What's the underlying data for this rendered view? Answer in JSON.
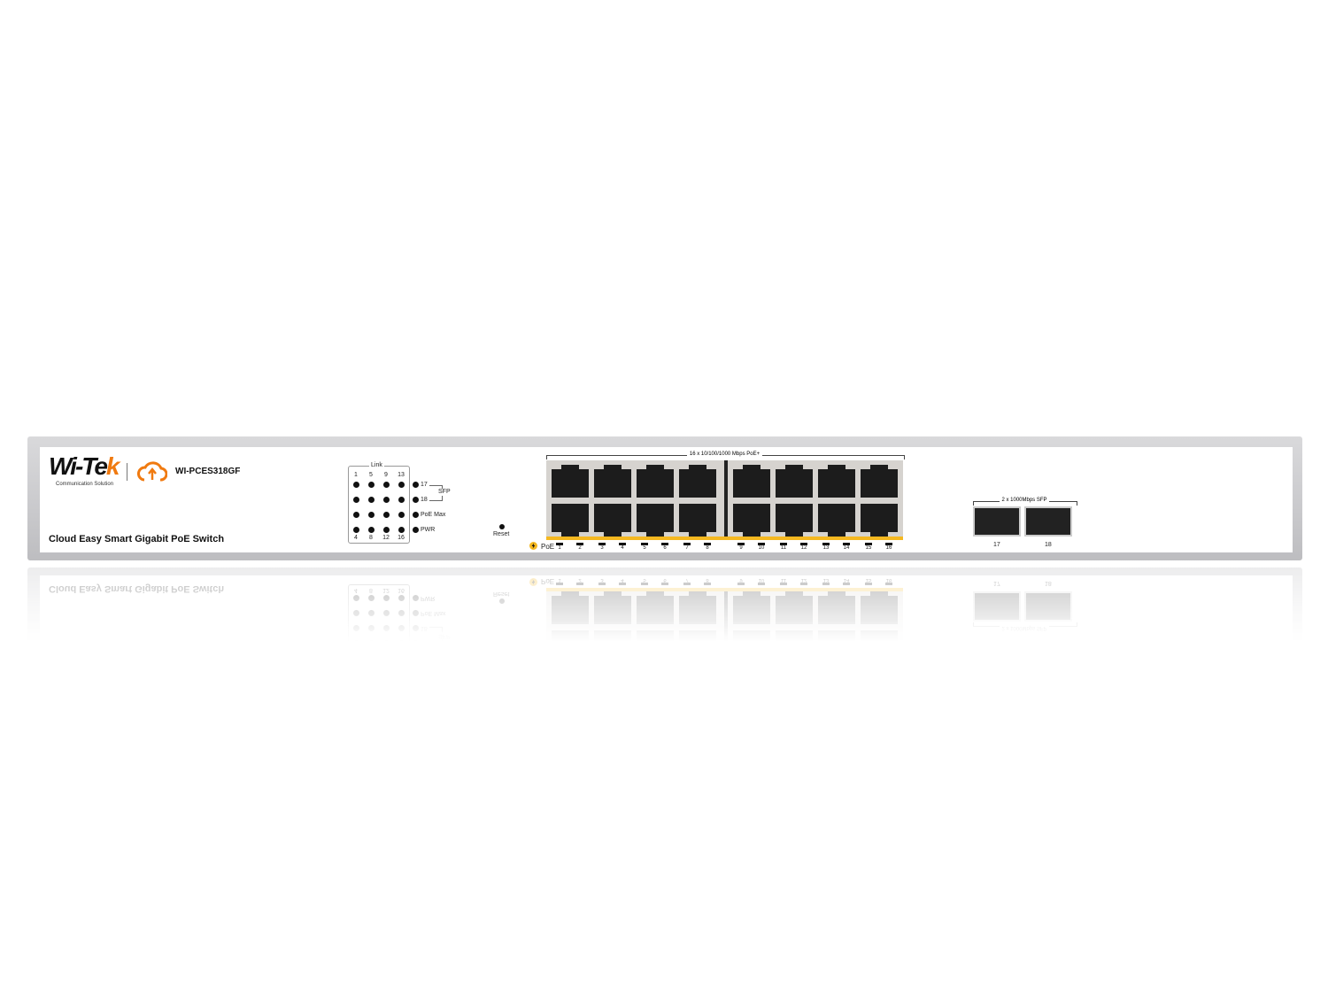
{
  "brand": {
    "logo_text": "Wi-Tek",
    "logo_tagline": "Communication Solution",
    "accent": "#f07a10"
  },
  "model": "WI-PCES318GF",
  "tagline": "Cloud Easy Smart Gigabit PoE Switch",
  "led_panel": {
    "title": "Link",
    "top_numbers": [
      "1",
      "5",
      "9",
      "13"
    ],
    "bottom_numbers": [
      "4",
      "8",
      "12",
      "16"
    ],
    "status_leds": [
      "17",
      "18",
      "PoE Max",
      "PWR"
    ],
    "sfp_label": "SFP"
  },
  "reset_label": "Reset",
  "rj45": {
    "title": "16 x 10/100/1000 Mbps PoE+",
    "poe_label": "PoE",
    "port_numbers": [
      "1",
      "2",
      "3",
      "4",
      "5",
      "6",
      "7",
      "8",
      "9",
      "10",
      "11",
      "12",
      "13",
      "14",
      "15",
      "16"
    ],
    "poe_color": "#f5b820"
  },
  "sfp": {
    "title": "2 x 1000Mbps SFP",
    "ports": [
      "17",
      "18"
    ]
  }
}
